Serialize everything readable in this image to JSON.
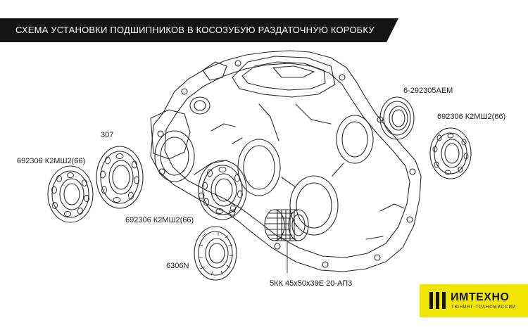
{
  "header": {
    "title": "СХЕМА УСТАНОВКИ ПОДШИПНИКОВ В КОСОЗУБУЮ РАЗДАТОЧНУЮ КОРОБКУ"
  },
  "labels": {
    "bearing_6_292305": "6-292305АЕМ",
    "bearing_692306_right": "692306 К2МШ2(66)",
    "bearing_307": "307",
    "bearing_692306_left": "692306 К2МШ2(66)",
    "bearing_692306_center": "692306 К2МШ2(66)",
    "bearing_6306n": "6306N",
    "needle_bearing": "5КК 45х50х39Е 20-АП3"
  },
  "logo": {
    "name": "ИМТЕХНО",
    "tagline": "ТЮНИНГ ТРАНСМИССИИ"
  },
  "colors": {
    "title_bar": "#141414",
    "logo_bg": "#f2e600",
    "line": "#2a2a2a"
  }
}
